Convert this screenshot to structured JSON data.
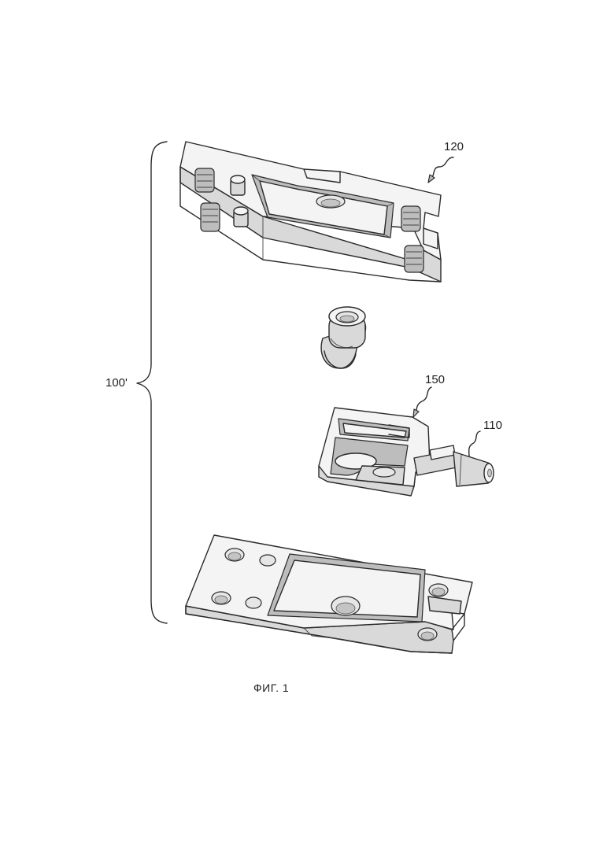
{
  "labels": {
    "assembly": "100'",
    "upper_part": "120",
    "slider": "150",
    "pin": "110"
  },
  "caption": "ФИГ. 1"
}
